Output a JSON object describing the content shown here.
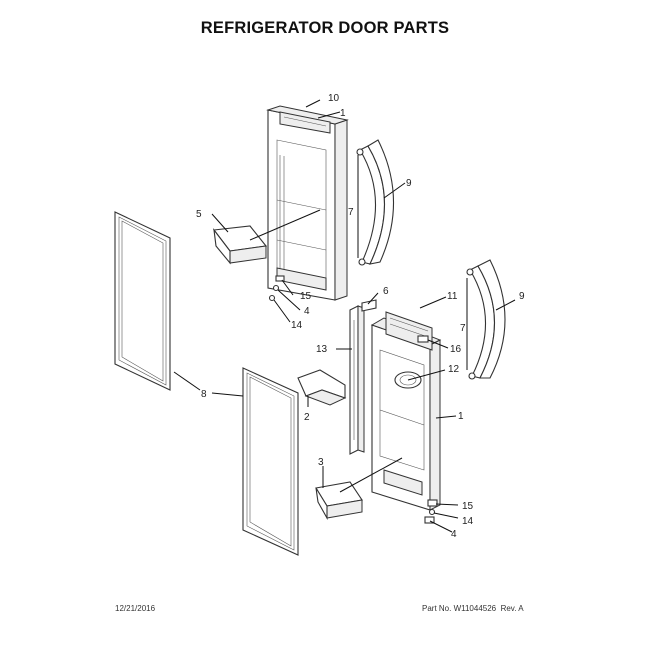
{
  "title": "REFRIGERATOR DOOR PARTS",
  "footer": {
    "date": "12/21/2016",
    "part_label": "Part No. W11044526",
    "rev_label": "Rev. A"
  },
  "callouts": {
    "c10": "10",
    "c1_top": "1",
    "c9_top": "9",
    "c7_top": "7",
    "c5": "5",
    "c15_top": "15",
    "c4_top": "4",
    "c14_top": "14",
    "c6": "6",
    "c11": "11",
    "c9_right": "9",
    "c7_right": "7",
    "c13": "13",
    "c16": "16",
    "c12": "12",
    "c8": "8",
    "c2": "2",
    "c1_right": "1",
    "c3": "3",
    "c15_bottom": "15",
    "c14_bottom": "14",
    "c4_bottom": "4"
  }
}
